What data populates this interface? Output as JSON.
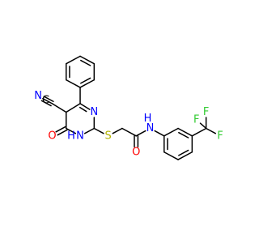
{
  "molecule": {
    "atoms": [
      {
        "id": "N_nitrile",
        "label": "N",
        "color": "#0000ff"
      },
      {
        "id": "C_nitrile",
        "label": "C",
        "color": "#000000"
      },
      {
        "id": "O_carbonyl_ring",
        "label": "O",
        "color": "#ff0000"
      },
      {
        "id": "NH_ring",
        "label": "N",
        "color": "#0000ff"
      },
      {
        "id": "H_ring",
        "label": "H",
        "color": "#0000ff"
      },
      {
        "id": "N_ring",
        "label": "N",
        "color": "#0000ff"
      },
      {
        "id": "S_thioether",
        "label": "S",
        "color": "#b2b200"
      },
      {
        "id": "O_amide",
        "label": "O",
        "color": "#ff0000"
      },
      {
        "id": "NH_amide",
        "label": "N",
        "color": "#0000ff"
      },
      {
        "id": "H_amide",
        "label": "H",
        "color": "#0000ff"
      },
      {
        "id": "F_top",
        "label": "F",
        "color": "#33cc33"
      },
      {
        "id": "F_right",
        "label": "F",
        "color": "#33cc33"
      },
      {
        "id": "F_lower",
        "label": "F",
        "color": "#33cc33"
      }
    ]
  }
}
